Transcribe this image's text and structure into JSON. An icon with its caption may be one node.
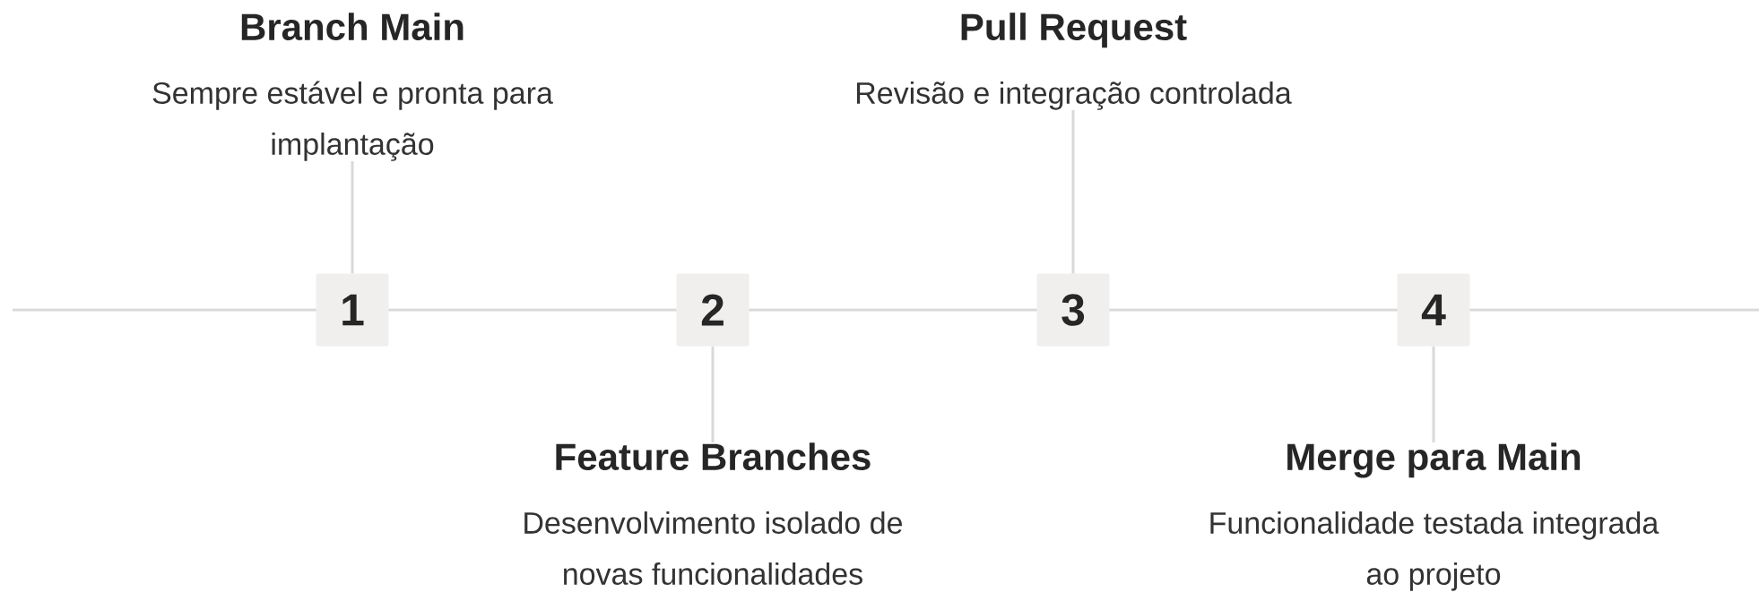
{
  "diagram": {
    "nodes": [
      {
        "text": [
          "1"
        ]
      },
      {
        "text": [
          "2"
        ]
      },
      {
        "text": [
          "3"
        ]
      },
      {
        "text": [
          "4"
        ]
      },
      {
        "text": [
          "Branch Main",
          "Sempre estável e pronta para implantação"
        ]
      },
      {
        "text": [
          "Feature Branches",
          "Desenvolvimento isolado de novas funcionalidades"
        ]
      },
      {
        "text": [
          "Pull Request",
          "Revisão e integração controlada"
        ]
      },
      {
        "text": [
          "Merge para Main",
          "Funcionalidade testada integrada ao projeto"
        ]
      }
    ],
    "edges": [
      {
        "from": 0,
        "to": 4,
        "arrow": "none"
      },
      {
        "from": 1,
        "to": 5,
        "arrow": "none"
      },
      {
        "from": 2,
        "to": 6,
        "arrow": "none"
      },
      {
        "from": 3,
        "to": 7,
        "arrow": "none"
      }
    ]
  }
}
